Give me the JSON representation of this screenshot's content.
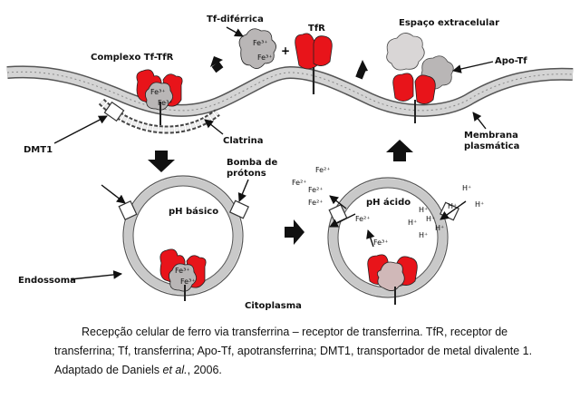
{
  "labels": {
    "tf_diferrica": "Tf-diférrica",
    "tfr": "TfR",
    "espaco_extracelular": "Espaço extracelular",
    "complexo": "Complexo Tf-TfR",
    "apo_tf": "Apo-Tf",
    "dmt1": "DMT1",
    "clatrina": "Clatrina",
    "membrana_line1": "Membrana",
    "membrana_line2": "plasmática",
    "bomba_line1": "Bomba de",
    "bomba_line2": "prótons",
    "ph_basico": "pH básico",
    "ph_acido": "pH ácido",
    "endossoma": "Endossoma",
    "citoplasma": "Citoplasma",
    "plus": "+",
    "fe3": "Fe3+",
    "fe2": "Fe2+",
    "h": "H+"
  },
  "caption": {
    "part1": "Recepção celular de ferro via transferrina – receptor de transferrina. TfR, receptor de transferrina; Tf, transferrina; Apo-Tf, apotransferrina; DMT1, transportador de metal divalente 1. Adaptado de Daniels ",
    "etal": "et al.",
    "part2": ", 2006."
  },
  "colors": {
    "receptor_red": "#e8141a",
    "transferrin_gray": "#b9b6b6",
    "membrane_gray": "#c9c9c9",
    "outline": "#222222"
  }
}
